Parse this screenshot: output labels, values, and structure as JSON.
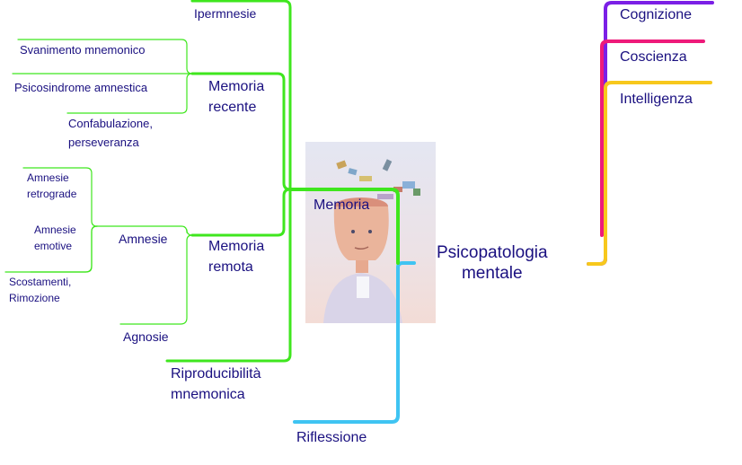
{
  "center": {
    "line1": "Psicopatologia",
    "line2": "mentale"
  },
  "right_branches": [
    {
      "label": "Cognizione",
      "color": "#7b1fe6"
    },
    {
      "label": "Coscienza",
      "color": "#ee1a7a"
    },
    {
      "label": "Intelligenza",
      "color": "#f7c81c"
    }
  ],
  "riflessione": {
    "label": "Riflessione",
    "color": "#3fc4f2"
  },
  "memoria": {
    "label": "Memoria",
    "color": "#3fe61e",
    "ipermnesie": "Ipermnesie",
    "recente": {
      "line1": "Memoria",
      "line2": "recente",
      "children": {
        "svanimento": "Svanimento mnemonico",
        "psicosindrome": "Psicosindrome amnestica",
        "confabulazione_1": "Confabulazione,",
        "confabulazione_2": "perseveranza"
      }
    },
    "remota": {
      "line1": "Memoria",
      "line2": "remota",
      "amnesie": {
        "label": "Amnesie",
        "retrograde_1": "Amnesie",
        "retrograde_2": "retrograde",
        "emotive_1": "Amnesie",
        "emotive_2": "emotive",
        "scostamenti_1": "Scostamenti,",
        "scostamenti_2": "Rimozione"
      },
      "agnosie": "Agnosie"
    },
    "riproducibilita": {
      "line1": "Riproducibilità",
      "line2": "mnemonica"
    }
  }
}
